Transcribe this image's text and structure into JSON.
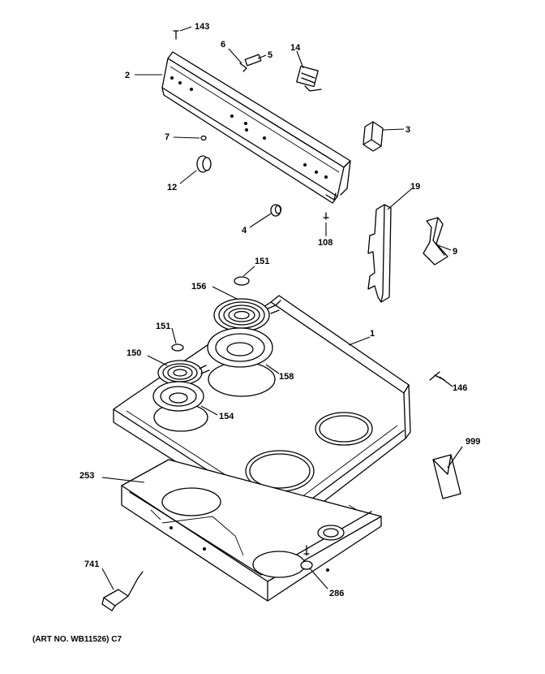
{
  "diagram": {
    "art_number": "(ART NO. WB11526) C7",
    "parts": [
      {
        "id": "143"
      },
      {
        "id": "2"
      },
      {
        "id": "6"
      },
      {
        "id": "5"
      },
      {
        "id": "14"
      },
      {
        "id": "7"
      },
      {
        "id": "3"
      },
      {
        "id": "12"
      },
      {
        "id": "19"
      },
      {
        "id": "4"
      },
      {
        "id": "108"
      },
      {
        "id": "9"
      },
      {
        "id": "151"
      },
      {
        "id": "156"
      },
      {
        "id": "151"
      },
      {
        "id": "1"
      },
      {
        "id": "150"
      },
      {
        "id": "158"
      },
      {
        "id": "146"
      },
      {
        "id": "154"
      },
      {
        "id": "999"
      },
      {
        "id": "253"
      },
      {
        "id": "741"
      },
      {
        "id": "286"
      }
    ]
  }
}
